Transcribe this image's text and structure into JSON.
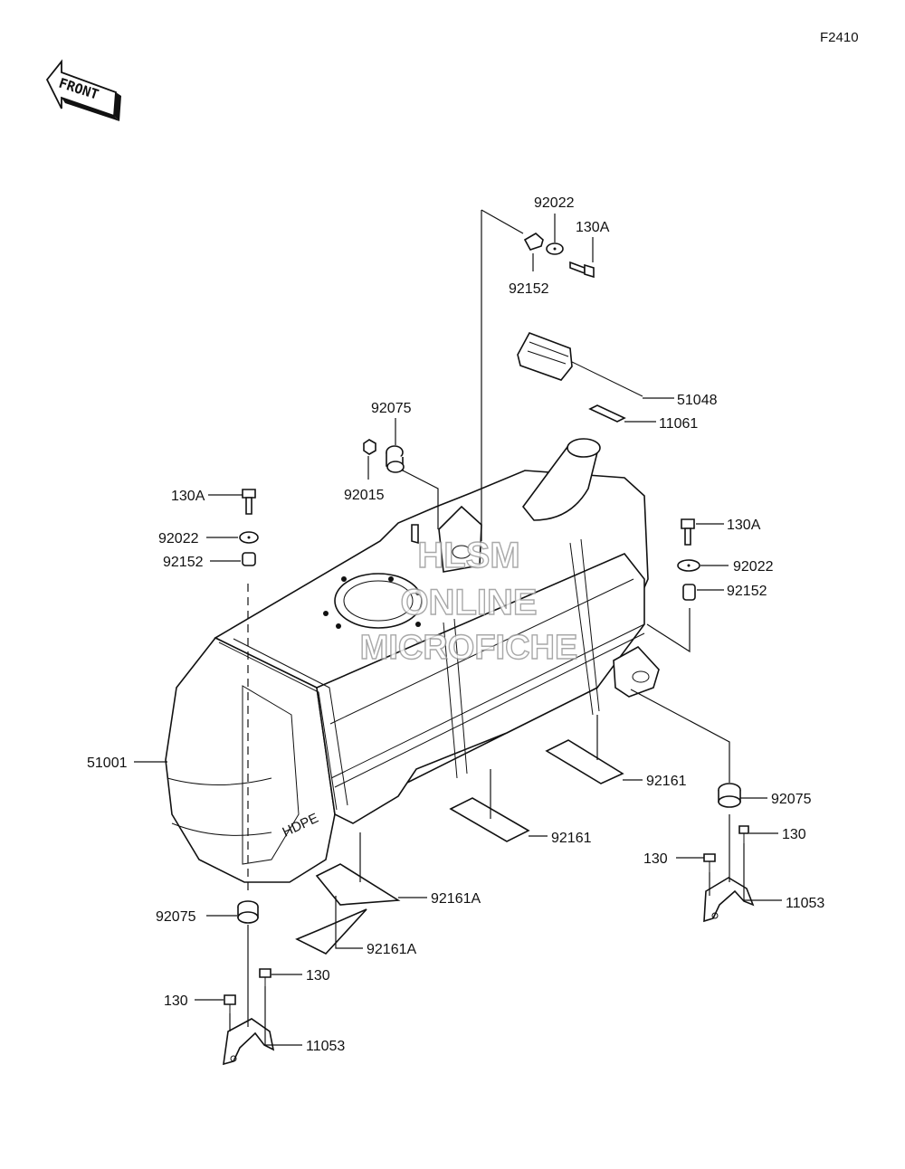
{
  "figure_code": "F2410",
  "front_label": "FRONT",
  "watermark": [
    "HLSM",
    "ONLINE",
    "MICROFICHE"
  ],
  "tank_mark": "HDPE",
  "callouts": {
    "c92022_top": "92022",
    "c130A_top": "130A",
    "c92152_top": "92152",
    "c51048": "51048",
    "c11061": "11061",
    "c92075_top": "92075",
    "c92015": "92015",
    "c130A_left": "130A",
    "c92022_left": "92022",
    "c92152_left": "92152",
    "c130A_right": "130A",
    "c92022_right": "92022",
    "c92152_right": "92152",
    "c51001": "51001",
    "c92161_a": "92161",
    "c92075_right": "92075",
    "c92161_b": "92161",
    "c130_right_a": "130",
    "c130_right_b": "130",
    "c11053_right": "11053",
    "c92161A_a": "92161A",
    "c92075_left": "92075",
    "c92161A_b": "92161A",
    "c130_left_a": "130",
    "c130_left_b": "130",
    "c11053_left": "11053"
  }
}
